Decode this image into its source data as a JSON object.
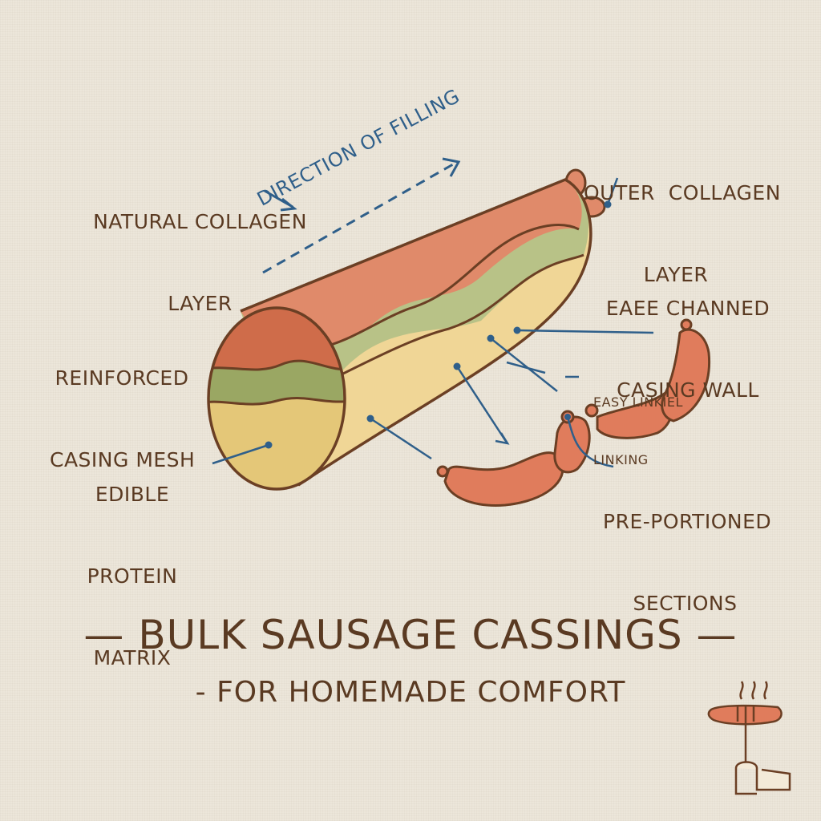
{
  "labels": {
    "natural_collagen": [
      "NATURAL COLLAGEN",
      "LAYER"
    ],
    "outer_collagen": [
      "OUTER  COLLAGEN",
      "LAYER"
    ],
    "channeled_wall": [
      "EAEE CHANNED",
      "CASING WALL"
    ],
    "reinforced_mesh": [
      "REINFORCED",
      "CASING MESH"
    ],
    "easy_linking": [
      "EASY LINKIEL",
      "LINKING"
    ],
    "edible_matrix": [
      "EDIBLE",
      "PROTEIN",
      "MATRIX"
    ],
    "pre_portioned": [
      "PRE-PORTIONED",
      "SECTIONS"
    ]
  },
  "direction_label": "DIRECTION OF FILLING",
  "title": {
    "line1": "— BULK SAUSAGE CASSINGS —",
    "line2": "- FOR HOMEMADE COMFORT"
  },
  "colors": {
    "outer_layer": "#e08a6a",
    "middle_layer": "#b8c287",
    "inner_layer": "#f0d696",
    "outline": "#6b3f24",
    "leader": "#2f5f8a",
    "sausage_link": "#e07c5c"
  },
  "icons": [
    "sausage-fork-hand-icon"
  ]
}
